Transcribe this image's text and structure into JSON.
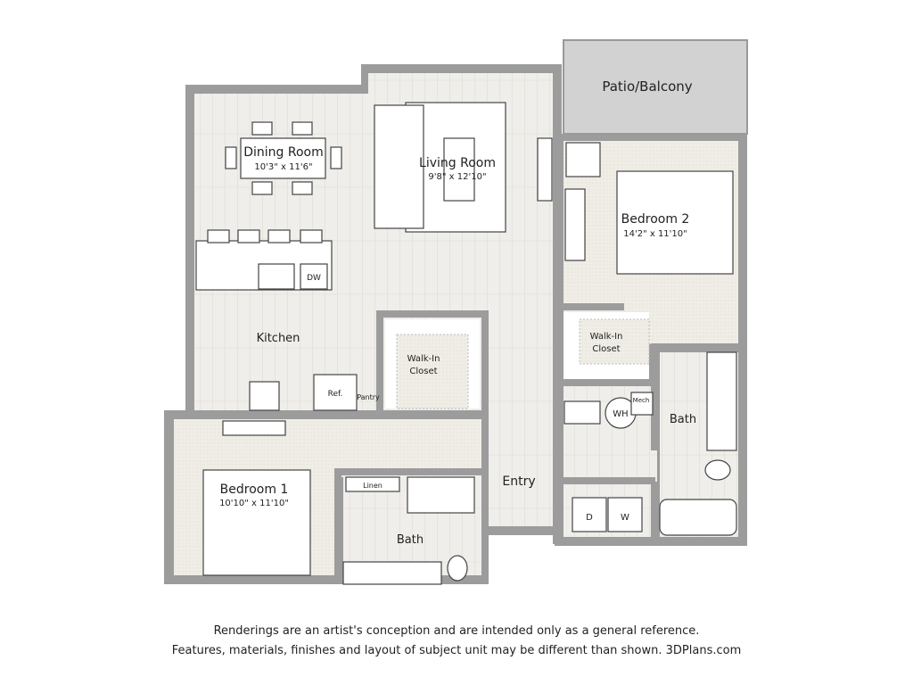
{
  "rooms": {
    "patio": {
      "name": "Patio/Balcony"
    },
    "dining": {
      "name": "Dining Room",
      "size": "10'3\" x 11'6\""
    },
    "living": {
      "name": "Living Room",
      "size": "9'8\" x 12'10\""
    },
    "bedroom2": {
      "name": "Bedroom 2",
      "size": "14'2\" x 11'10\""
    },
    "kitchen": {
      "name": "Kitchen"
    },
    "dw": {
      "name": "DW"
    },
    "ref": {
      "name": "Ref."
    },
    "pantry": {
      "name": "Pantry"
    },
    "closet1": {
      "line1": "Walk-In",
      "line2": "Closet"
    },
    "closet2": {
      "line1": "Walk-In",
      "line2": "Closet"
    },
    "wh": {
      "name": "WH"
    },
    "mech": {
      "name": "Mech"
    },
    "bath2": {
      "name": "Bath"
    },
    "entry": {
      "name": "Entry"
    },
    "bedroom1": {
      "name": "Bedroom 1",
      "size": "10'10\" x 11'10\""
    },
    "linen": {
      "name": "Linen"
    },
    "bath1": {
      "name": "Bath"
    },
    "dryer": {
      "name": "D"
    },
    "washer": {
      "name": "W"
    }
  },
  "disclaimer": {
    "line1": "Renderings are an artist's conception and are intended only as a general reference.",
    "line2": "Features, materials, finishes and layout of subject unit may be different than shown. 3DPlans.com"
  },
  "colors": {
    "wall": "#9c9c9c",
    "floor": "#f0eeea",
    "patio": "#d2d2d2",
    "carpet": "#ebe9e0"
  }
}
